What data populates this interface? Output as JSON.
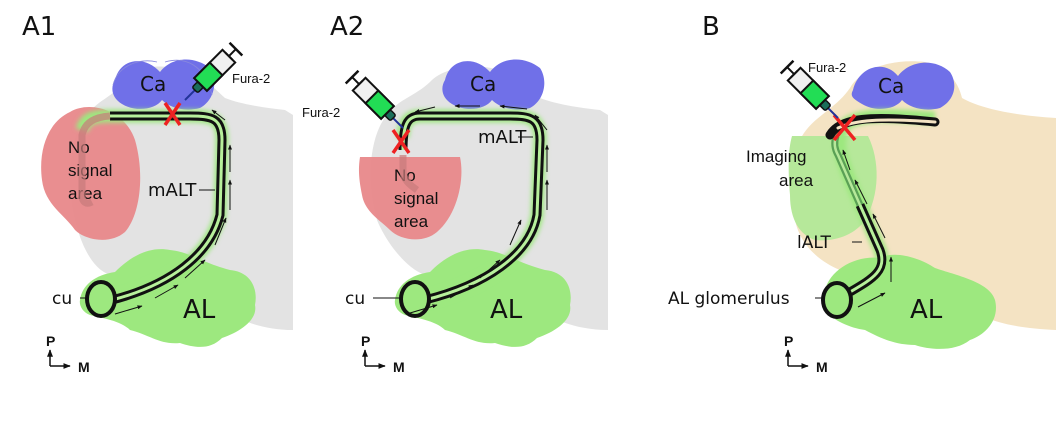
{
  "figure": {
    "panels": [
      {
        "id": "A1",
        "label": "A1",
        "dye": "Fura-2",
        "calyx": "Ca",
        "tract": "mALT",
        "no_signal": [
          "No",
          "signal",
          "area"
        ],
        "origin": "cu",
        "lobe": "AL"
      },
      {
        "id": "A2",
        "label": "A2",
        "dye": "Fura-2",
        "calyx": "Ca",
        "tract": "mALT",
        "no_signal": [
          "No",
          "signal",
          "area"
        ],
        "origin": "cu",
        "lobe": "AL"
      },
      {
        "id": "B",
        "label": "B",
        "dye": "Fura-2",
        "calyx": "Ca",
        "tract": "lALT",
        "imaging": [
          "Imaging",
          "area"
        ],
        "origin": "AL glomerulus",
        "lobe": "AL"
      }
    ],
    "axis": {
      "posterior": "P",
      "medial": "M"
    },
    "colors": {
      "brain_gray": "#e3e3e3",
      "brain_tan": "#f4e3c3",
      "antennal_lobe": "#9de87f",
      "calyx": "#6f6fe6",
      "no_signal": "#e8888a",
      "imaging_area": "#b6e89a",
      "dye_green": "#22dd55",
      "cut_mark": "#ee2222"
    }
  }
}
